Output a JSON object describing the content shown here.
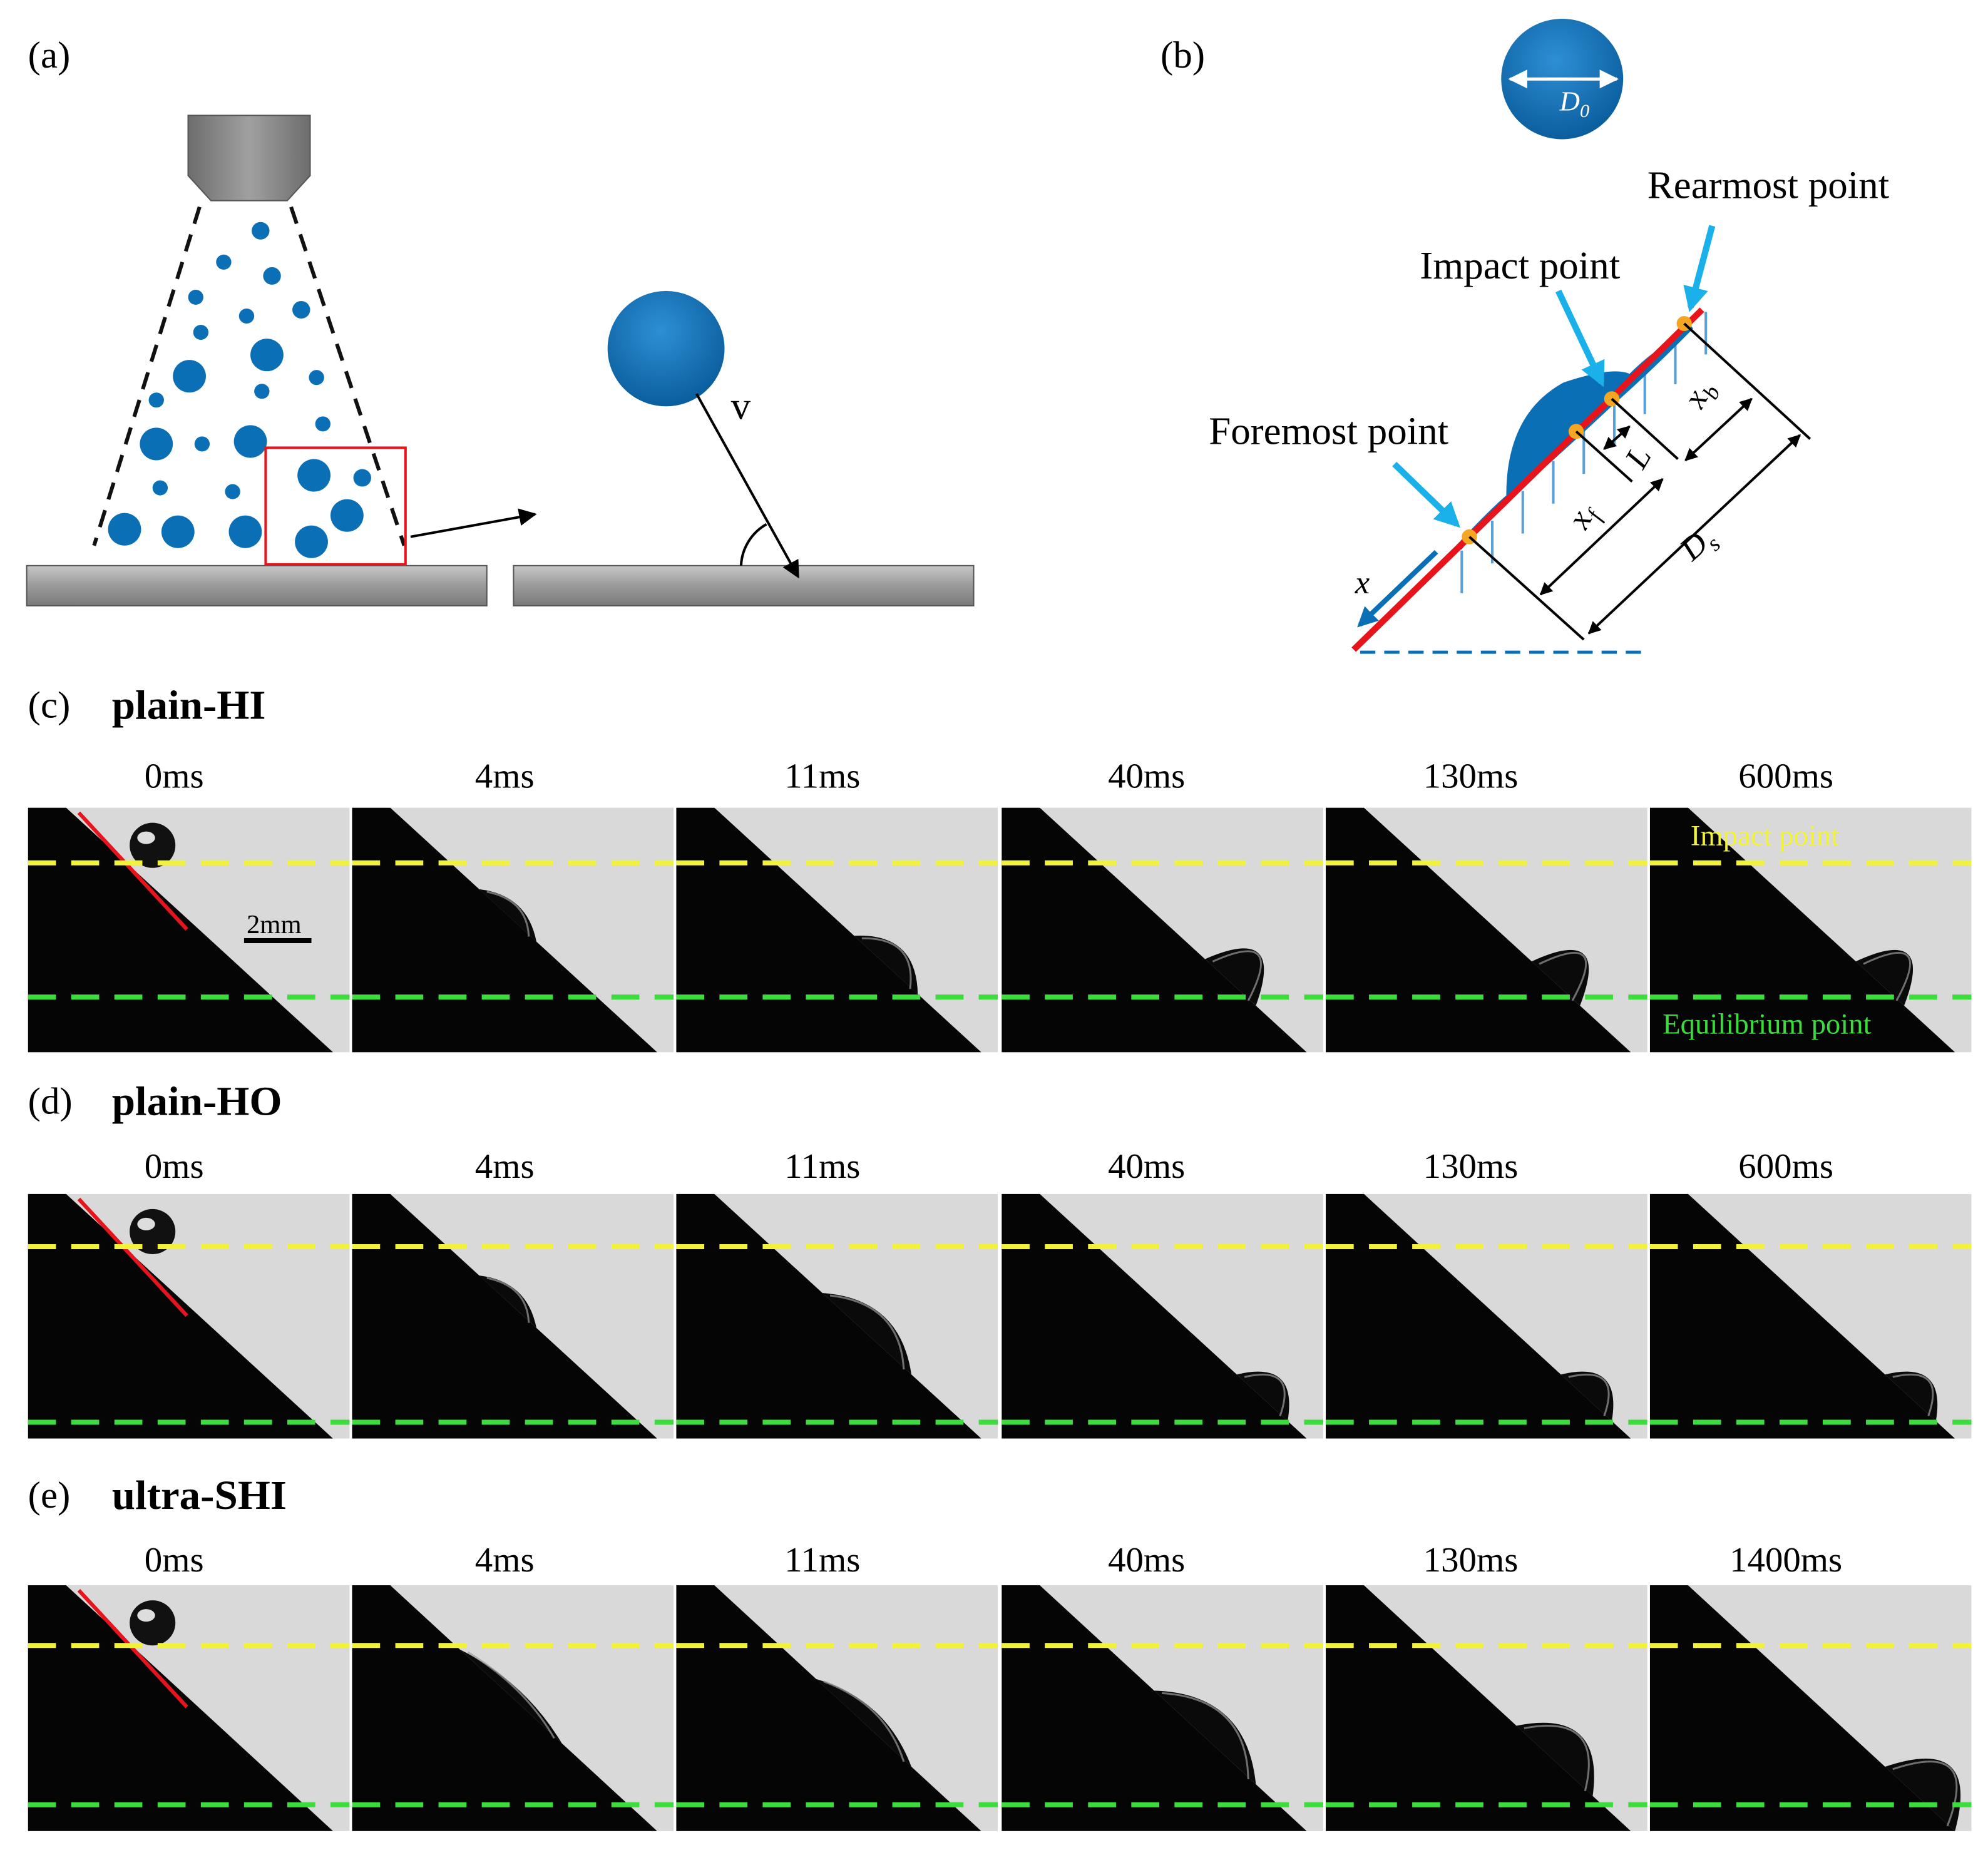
{
  "panels": {
    "a": {
      "label": "(a)",
      "velocity_label": "v"
    },
    "b": {
      "label": "(b)",
      "annotations": {
        "rearmost": "Rearmost point",
        "impact": "Impact point",
        "foremost": "Foremost point"
      },
      "symbols": {
        "d0_base": "D",
        "d0_sub": "0",
        "ds_base": "D",
        "ds_sub": "s",
        "xf_base": "x",
        "xf_sub": "f",
        "xb_base": "x",
        "xb_sub": "b",
        "L": "L",
        "x": "x"
      }
    }
  },
  "rows": [
    {
      "label": "(c)",
      "title": "plain-HI",
      "times": [
        "0ms",
        "4ms",
        "11ms",
        "40ms",
        "130ms",
        "600ms"
      ]
    },
    {
      "label": "(d)",
      "title": "plain-HO",
      "times": [
        "0ms",
        "4ms",
        "11ms",
        "40ms",
        "130ms",
        "600ms"
      ]
    },
    {
      "label": "(e)",
      "title": "ultra-SHI",
      "times": [
        "0ms",
        "4ms",
        "11ms",
        "40ms",
        "130ms",
        "1400ms"
      ]
    }
  ],
  "frame_annotations": {
    "scale_bar": "2mm",
    "impact_point": "Impact point",
    "equilibrium_point": "Equilibrium point"
  },
  "colors": {
    "drop_blue": "#0b6fb6",
    "arrow_cyan": "#1ab0ea",
    "impact_line_yellow": "#f2f23a",
    "equilibrium_line_green": "#3ddc3d",
    "surface_red": "#e8141b",
    "marker_orange": "#f5a623"
  }
}
